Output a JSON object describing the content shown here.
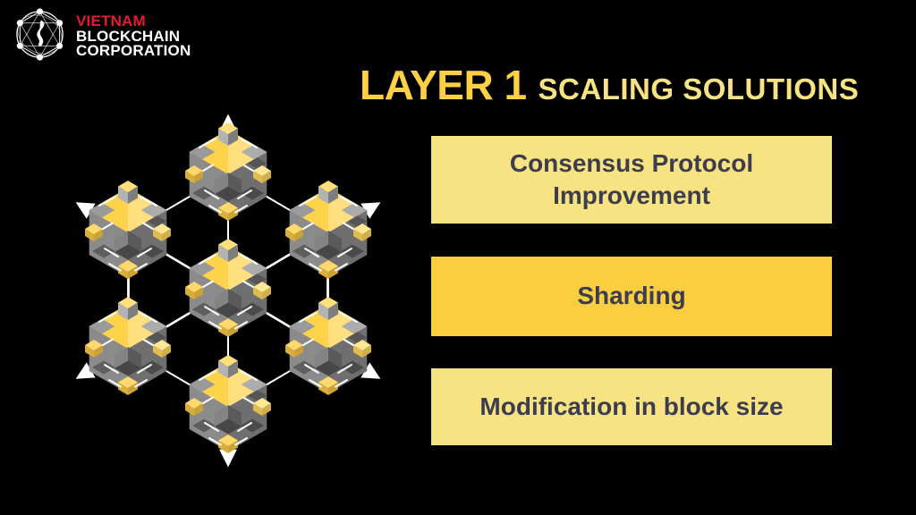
{
  "brand": {
    "icon": "network-globe-vietnam-map-icon",
    "name_lines": [
      "VIETNAM",
      "BLOCKCHAIN",
      "CORPORATION"
    ]
  },
  "title": {
    "emphasis": "LAYER 1",
    "rest": "SCALING SOLUTIONS"
  },
  "solutions": [
    {
      "label": "Consensus Protocol Improvement"
    },
    {
      "label": "Sharding"
    },
    {
      "label": "Modification in block size"
    }
  ],
  "illustration": {
    "alt": "Honeycomb network of seven isometric blockchain cubes connected by white hexagon lines with six outward arrows"
  },
  "colors": {
    "background": "#000000",
    "title_emphasis_yellow": "#FFD043",
    "title_rest_yellow": "#F8E382",
    "card_pale_yellow": "#F8E382",
    "card_bright_yellow": "#F9CF40",
    "card_text": "#3D3D4D",
    "brand_red": "#E31B2C",
    "line_white": "#FFFFFF",
    "cube_yellow": "#FFD24C",
    "cube_gray": "#8B8B8B"
  }
}
